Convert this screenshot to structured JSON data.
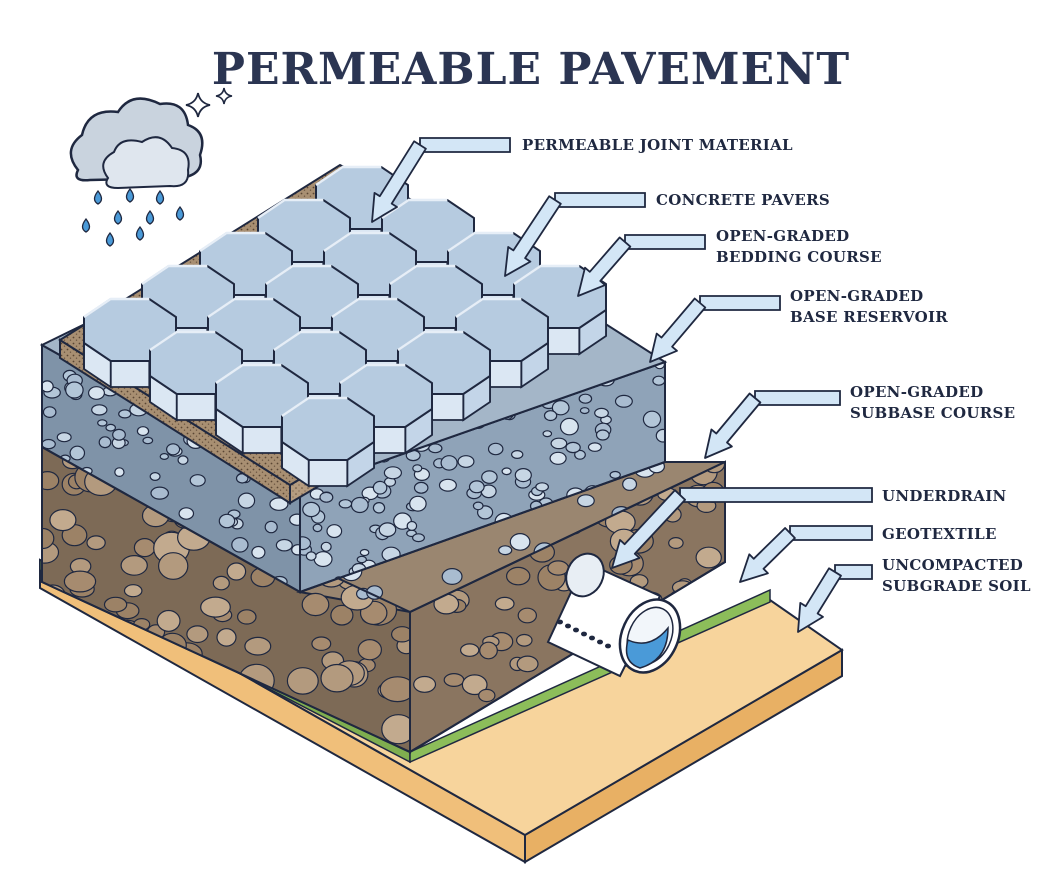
{
  "title": "PERMEABLE PAVEMENT",
  "labels": {
    "joint": "PERMEABLE JOINT MATERIAL",
    "pavers": "CONCRETE PAVERS",
    "bedding": [
      "OPEN-GRADED",
      "BEDDING COURSE"
    ],
    "base": [
      "OPEN-GRADED",
      "BASE RESERVOIR"
    ],
    "subbase": [
      "OPEN-GRADED",
      "SUBBASE COURSE"
    ],
    "underdrain": "UNDERDRAIN",
    "geotextile": "GEOTEXTILE",
    "subgrade": [
      "UNCOMPACTED",
      "SUBGRADE SOIL"
    ]
  },
  "colors": {
    "title": "#2b3552",
    "paver_top": "#b6cbe0",
    "paver_side": "#d6e4f1",
    "bedding": "#a88f72",
    "base_reservoir": "#8fa3b8",
    "subbase": "#8a7560",
    "geotextile": "#7fae4f",
    "subgrade_soil": "#f4c98a",
    "arrow": "#cfe4f5",
    "water": "#4a9ad8"
  },
  "icons": [
    "rain-cloud-icon",
    "sparkle-icon",
    "raindrop-icon"
  ]
}
